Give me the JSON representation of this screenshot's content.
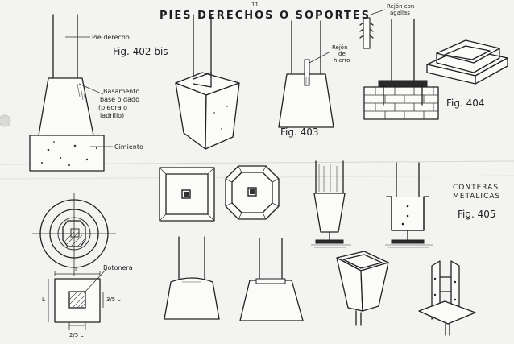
{
  "header": {
    "page_number": "11",
    "title": "PIES DERECHOS O SOPORTES"
  },
  "labels": {
    "pie_derecho": "Pie derecho",
    "basamento": [
      "Basamento",
      "base o dado",
      "(piedra o",
      "ladrillo)"
    ],
    "cimiento": "Cimiento",
    "rejon_hierro": [
      "Rejón",
      "de",
      "hierro"
    ],
    "rejon_agallas": [
      "Rejón con",
      "agallas"
    ],
    "conteras": [
      "CONTERAS",
      "METALICAS"
    ],
    "botonera": "Botonera",
    "dim_L": "L",
    "dim_3_5_L": "3/5 L",
    "dim_2_5_L": "2/5 L"
  },
  "figures": {
    "fig_402_bis": "Fig. 402 bis",
    "fig_403": "Fig. 403",
    "fig_404": "Fig. 404",
    "fig_405": "Fig. 405"
  },
  "colors": {
    "paper": "#f3f3f1",
    "ink": "#222222",
    "fold_line": "#cfcfcb"
  }
}
